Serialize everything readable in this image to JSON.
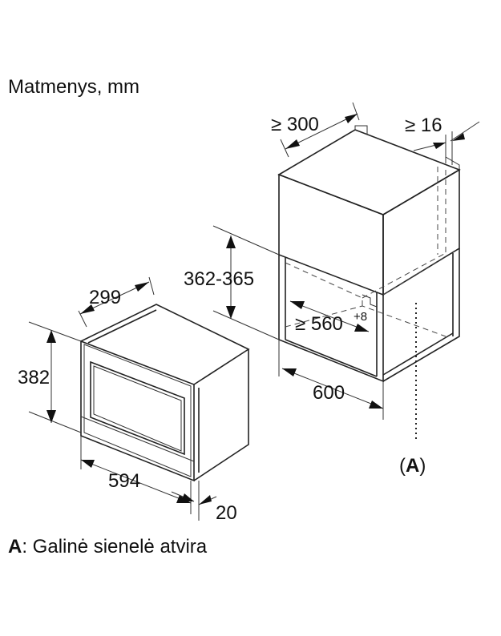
{
  "title": "Matmenys, mm",
  "oven": {
    "depth_label": "299",
    "height_label": "382",
    "width_label": "594",
    "front_label": "20"
  },
  "niche": {
    "depth_label": "≥ 300",
    "gap_label": "≥ 16",
    "height_label": "362-365",
    "inner_width_label": "≥ 560",
    "inner_width_tolerance": "+8",
    "width_label": "600",
    "marker_label": "(A)"
  },
  "legend": {
    "key": "A",
    "text": ": Galinė sienelė atvira"
  }
}
